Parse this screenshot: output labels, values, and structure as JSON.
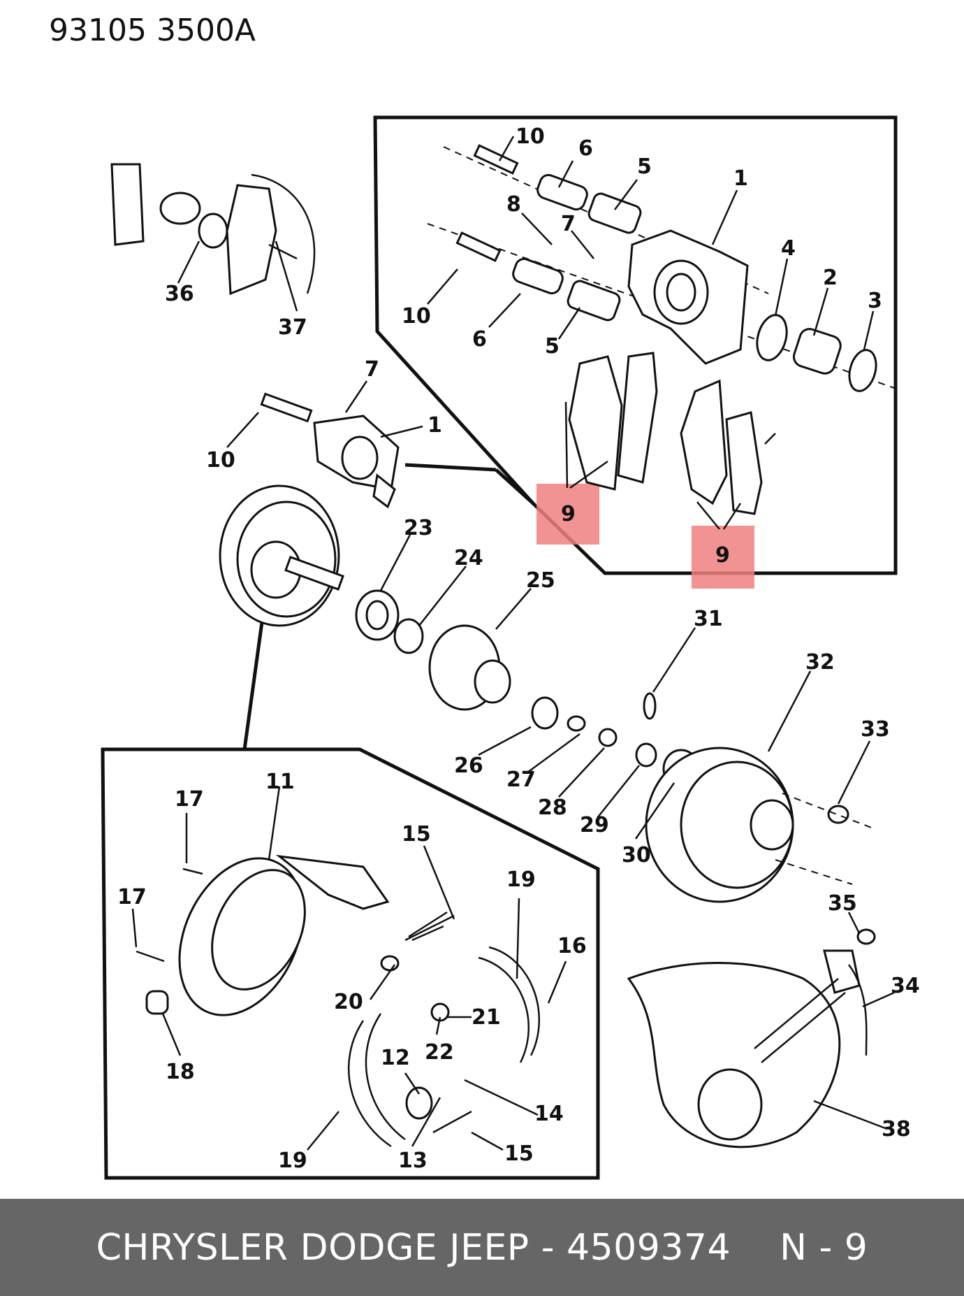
{
  "header": {
    "code": "93105  3500A"
  },
  "highlight_color": "#f08080",
  "footer": {
    "title": "CHRYSLER DODGE JEEP - 4509374",
    "ref": "N - 9"
  },
  "labels": {
    "c10a": "10",
    "c6a": "6",
    "c5a": "5",
    "c1a": "1",
    "c8": "8",
    "c7a": "7",
    "c4": "4",
    "c2": "2",
    "c3": "3",
    "c10b": "10",
    "c6b": "6",
    "c5b": "5",
    "c9a": "9",
    "c9b": "9",
    "p36": "36",
    "p37": "37",
    "p7": "7",
    "p1": "1",
    "p10": "10",
    "p23": "23",
    "p24": "24",
    "p25": "25",
    "p31": "31",
    "p32": "32",
    "p26": "26",
    "p27": "27",
    "p28": "28",
    "p29": "29",
    "p30": "30",
    "p33": "33",
    "p35": "35",
    "p34": "34",
    "p38": "38",
    "b11": "11",
    "b17a": "17",
    "b15a": "15",
    "b19a": "19",
    "b16": "16",
    "b17b": "17",
    "b20": "20",
    "b21": "21",
    "b22": "22",
    "b18": "18",
    "b12": "12",
    "b14": "14",
    "b19b": "19",
    "b13": "13",
    "b15b": "15"
  }
}
